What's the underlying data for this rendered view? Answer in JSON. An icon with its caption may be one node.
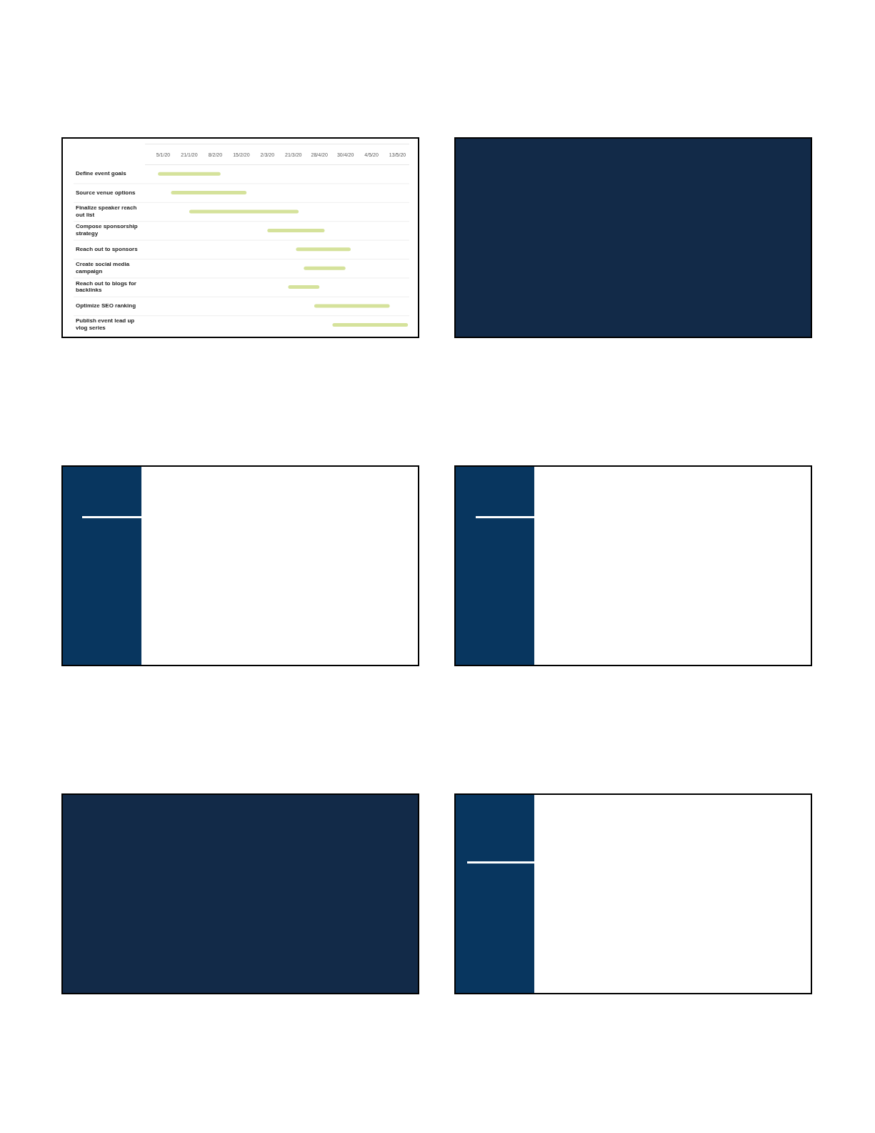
{
  "diagram": {
    "labels": [
      "5/1/20",
      "21/1/20",
      "8/2/20",
      "15/2/20",
      "2/3/20",
      "21/3/20",
      "28/4/20",
      "30/4/20",
      "4/5/20",
      "13/5/20",
      "Define event goals",
      "Source venue options",
      "Finalize speaker reach out list",
      "Compose sponsorship strategy",
      "Reach out to sponsors",
      "Create social media campaign",
      "Reach out to blogs for backlinks",
      "Optimize SEO ranking",
      "Publish event lead up vlog series"
    ]
  }
}
